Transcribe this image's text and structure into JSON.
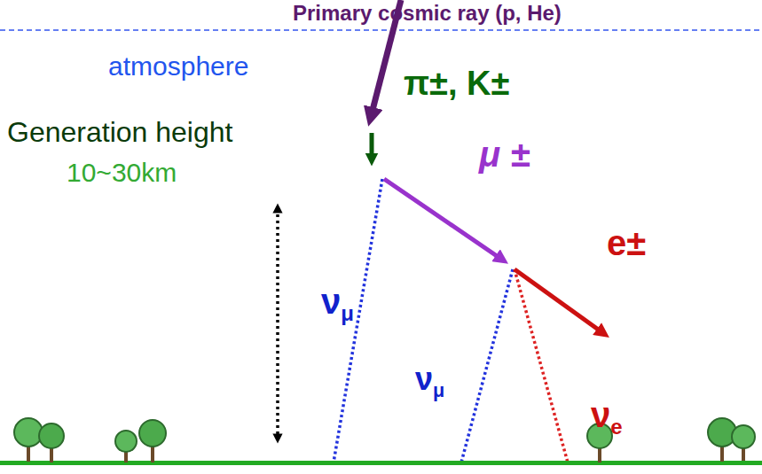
{
  "diagram": {
    "labels": [
      "Primary cosmic ray (p, He)",
      "atmosphere",
      "π±, K±",
      "μ ±",
      "Generation height",
      "10~30km",
      "νμ",
      "νμ",
      "e±",
      "νe"
    ]
  }
}
